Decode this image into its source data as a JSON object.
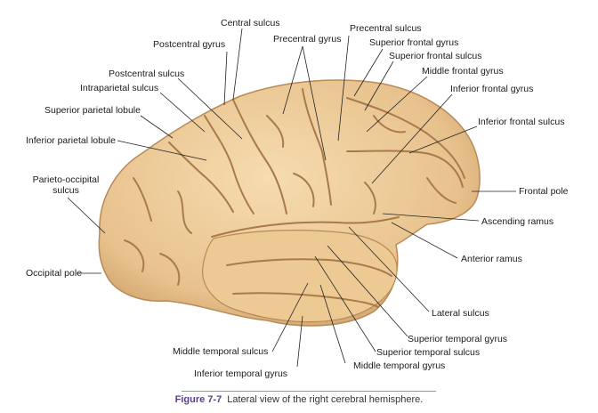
{
  "labels": {
    "central_sulcus": "Central sulcus",
    "precentral_sulcus": "Precentral sulcus",
    "postcentral_gyrus": "Postcentral gyrus",
    "precentral_gyrus": "Precentral gyrus",
    "superior_frontal_gyrus": "Superior frontal gyrus",
    "superior_frontal_sulcus": "Superior frontal sulcus",
    "middle_frontal_gyrus": "Middle frontal gyrus",
    "postcentral_sulcus": "Postcentral sulcus",
    "intraparietal_sulcus": "Intraparietal sulcus",
    "inferior_frontal_gyrus": "Inferior frontal gyrus",
    "superior_parietal_lobule": "Superior parietal lobule",
    "inferior_frontal_sulcus": "Inferior frontal sulcus",
    "inferior_parietal_lobule": "Inferior parietal lobule",
    "parieto_occipital_line1": "Parieto-occipital",
    "parieto_occipital_line2": "sulcus",
    "frontal_pole": "Frontal pole",
    "ascending_ramus": "Ascending ramus",
    "anterior_ramus": "Anterior ramus",
    "occipital_pole": "Occipital pole",
    "lateral_sulcus": "Lateral sulcus",
    "superior_temporal_gyrus": "Superior temporal gyrus",
    "middle_temporal_sulcus": "Middle temporal sulcus",
    "superior_temporal_sulcus": "Superior temporal sulcus",
    "middle_temporal_gyrus": "Middle temporal gyrus",
    "inferior_temporal_gyrus": "Inferior temporal gyrus"
  },
  "caption": {
    "figure_number": "Figure 7-7",
    "text": "Lateral view of the right cerebral hemisphere."
  },
  "colors": {
    "brain_fill": "#ecc896",
    "brain_shadow": "#c99a64",
    "sulcus_stroke": "#a87a4c",
    "leader_line": "#222222",
    "caption_accent": "#5a3e8c"
  }
}
